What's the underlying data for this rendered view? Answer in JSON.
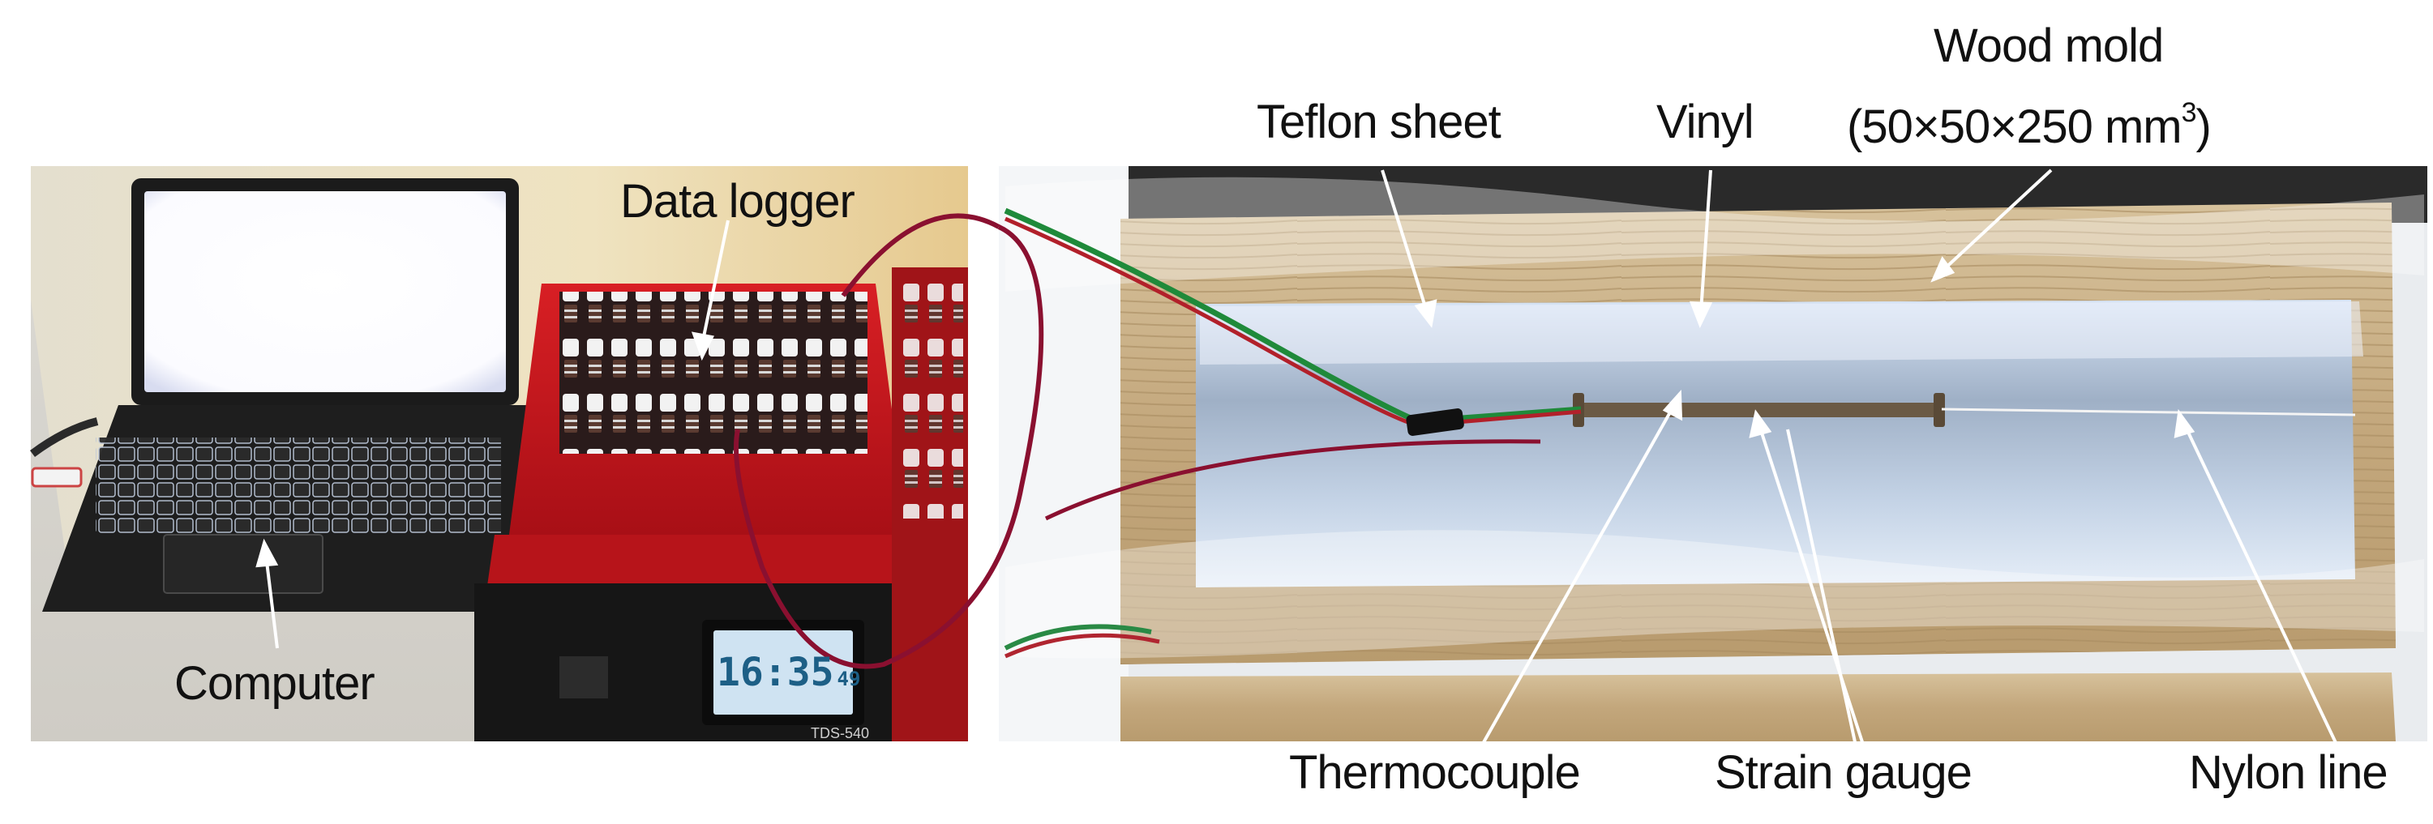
{
  "labels": {
    "data_logger": "Data logger",
    "computer": "Computer",
    "teflon_sheet": "Teflon sheet",
    "vinyl": "Vinyl",
    "wood_mold": "Wood mold",
    "wood_mold_dims": "(50×50×250 mm",
    "wood_mold_dims_sup": "3",
    "wood_mold_dims_close": ")",
    "thermocouple": "Thermocouple",
    "strain_gauge": "Strain gauge",
    "nylon_line": "Nylon line"
  },
  "logger": {
    "clock": "16:35",
    "clock_seconds": "49",
    "model": "TDS-540"
  },
  "colors": {
    "logger_red": "#c4161c",
    "wood": "#c8ae86",
    "laptop_body": "#1a1a1a",
    "screen_glow": "#ffffff",
    "lcd": "#cfe3f2",
    "cable": "#8a1030"
  }
}
